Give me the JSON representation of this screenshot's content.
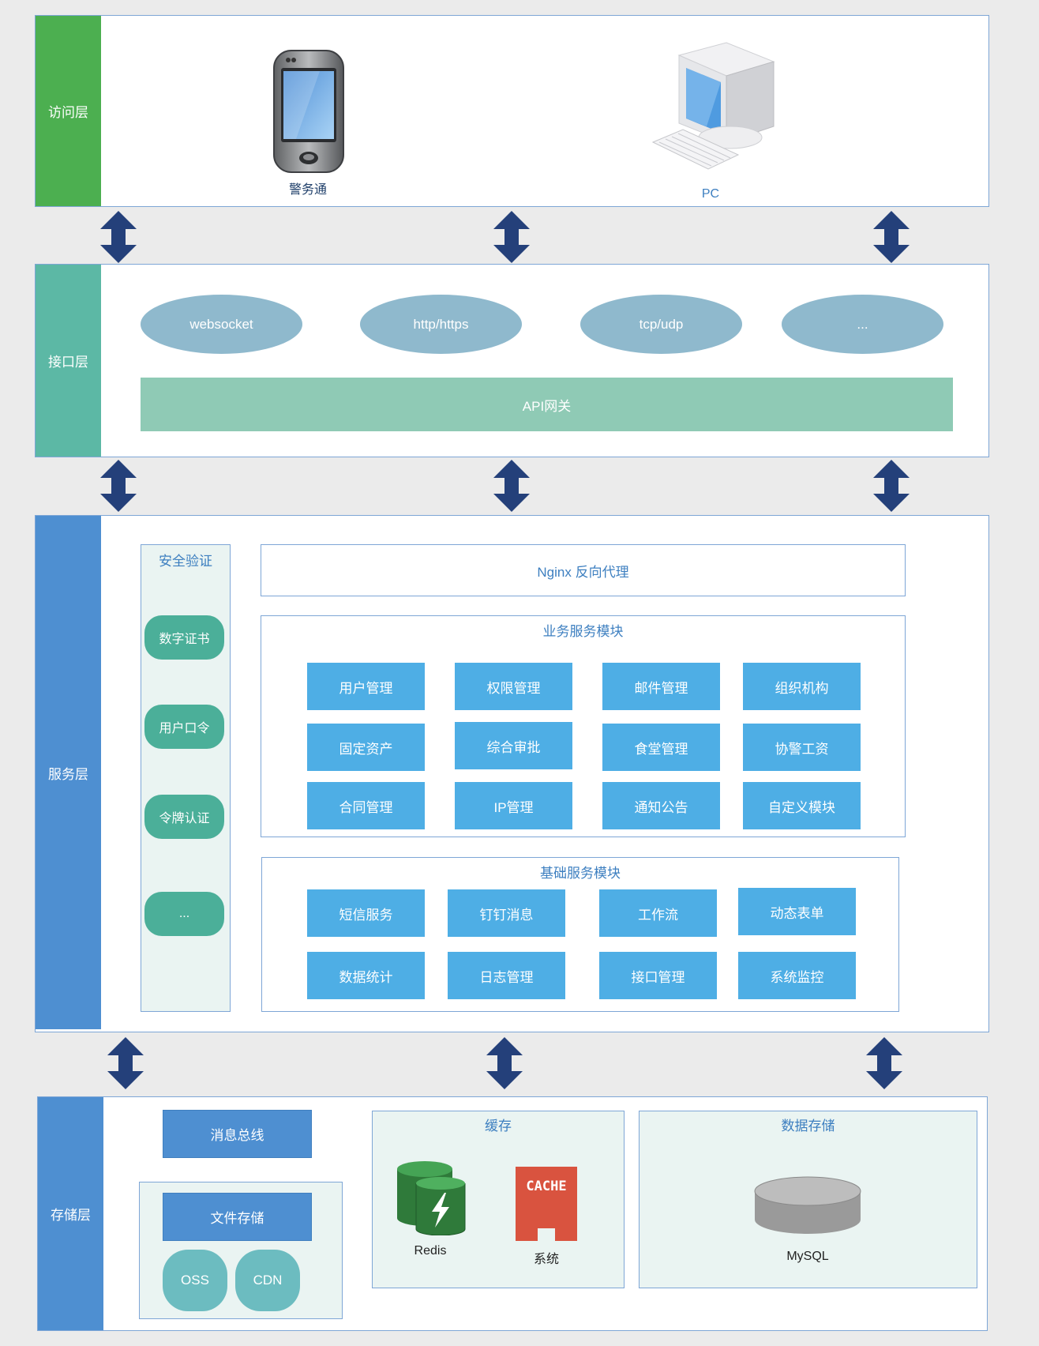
{
  "layers": {
    "access": {
      "label": "访问层",
      "color": "#4caf50"
    },
    "interface": {
      "label": "接口层",
      "color": "#5cb8a5"
    },
    "service": {
      "label": "服务层",
      "color": "#4e8fd1"
    },
    "storage": {
      "label": "存储层",
      "color": "#4e8fd1"
    }
  },
  "access": {
    "phone_label": "警务通",
    "pc_label": "PC"
  },
  "interface": {
    "protocols": [
      "websocket",
      "http/https",
      "tcp/udp",
      "..."
    ],
    "gateway": "API网关"
  },
  "service": {
    "security": {
      "title": "安全验证",
      "items": [
        "数字证书",
        "用户口令",
        "令牌认证",
        "..."
      ]
    },
    "nginx": "Nginx 反向代理",
    "business": {
      "title": "业务服务模块",
      "modules": [
        "用户管理",
        "权限管理",
        "邮件管理",
        "组织机构",
        "固定资产",
        "综合审批",
        "食堂管理",
        "协警工资",
        "合同管理",
        "IP管理",
        "通知公告",
        "自定义模块"
      ]
    },
    "base": {
      "title": "基础服务模块",
      "modules": [
        "短信服务",
        "钉钉消息",
        "工作流",
        "动态表单",
        "数据统计",
        "日志管理",
        "接口管理",
        "系统监控"
      ]
    }
  },
  "storage": {
    "message_bus": "消息总线",
    "file_storage": "文件存储",
    "oss": "OSS",
    "cdn": "CDN",
    "cache": {
      "title": "缓存",
      "redis_label": "Redis",
      "cache_icon_text": "CACHE",
      "system_label": "系统"
    },
    "data": {
      "title": "数据存储",
      "mysql_label": "MySQL"
    }
  },
  "colors": {
    "arrow": "#24407a",
    "ellipse": "#8fb9cd",
    "gateway": "#8fcab5",
    "module": "#4eaee5",
    "pill": "#4baf99"
  }
}
